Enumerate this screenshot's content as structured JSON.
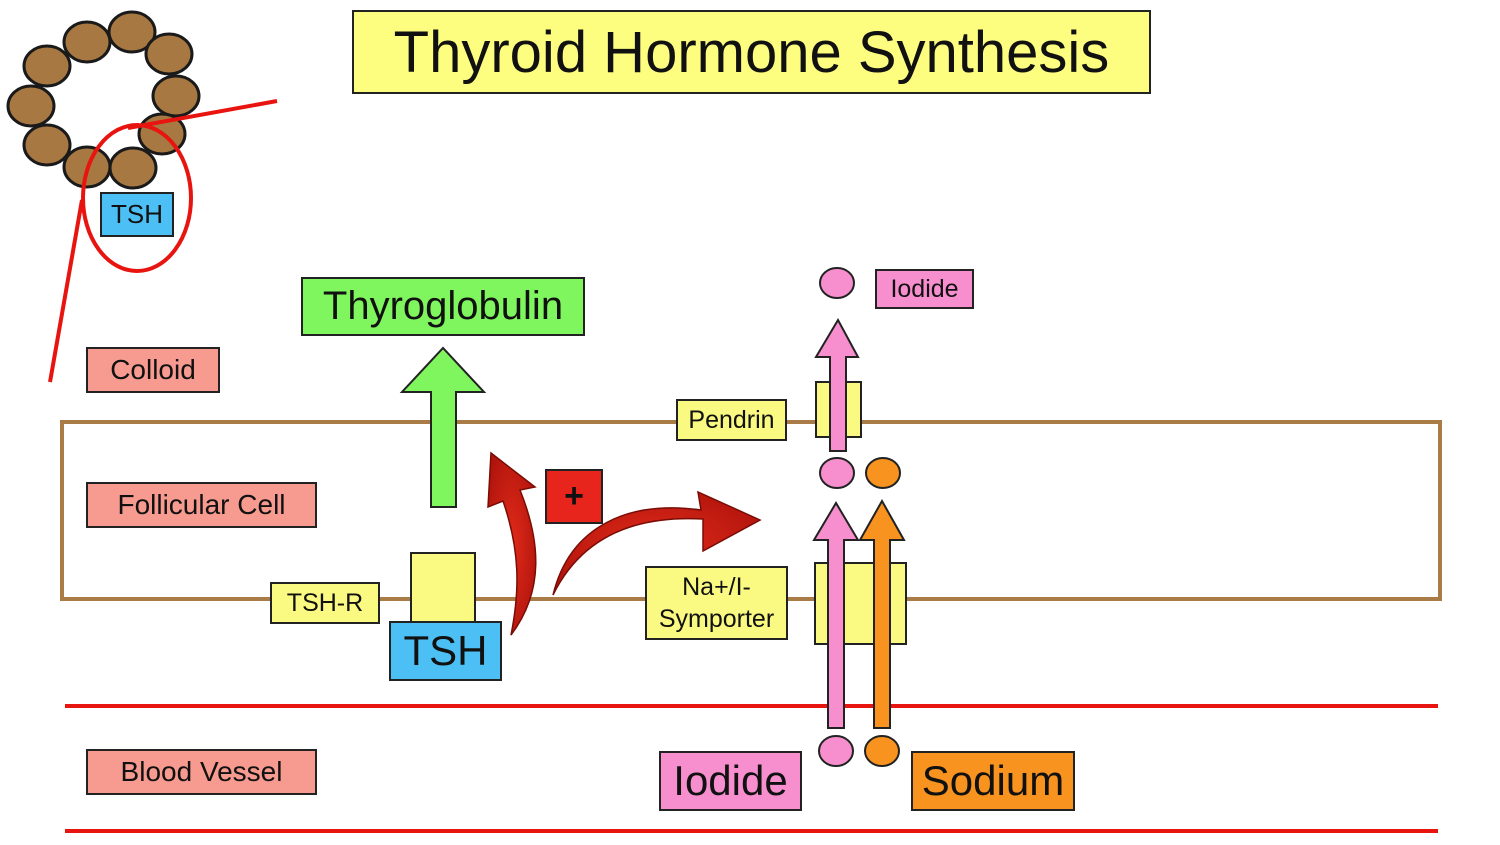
{
  "title": "Thyroid Hormone Synthesis",
  "labels": {
    "inset_tsh": "TSH",
    "colloid": "Colloid",
    "follicular_cell": "Follicular Cell",
    "blood_vessel": "Blood Vessel",
    "thyroglobulin": "Thyroglobulin",
    "iodide_top": "Iodide",
    "pendrin": "Pendrin",
    "plus": "+",
    "tsh_r": "TSH-R",
    "tsh": "TSH",
    "symporter_line1": "Na+/I-",
    "symporter_line2": "Symporter",
    "iodide_bottom": "Iodide",
    "sodium": "Sodium"
  },
  "colors": {
    "title_bg": "#fdfd80",
    "salmon": "#f79a8f",
    "tsh_blue": "#4cc0f5",
    "thyroglobulin_green": "#7ff65e",
    "iodide_pink": "#f78fcf",
    "sodium_orange": "#f7931e",
    "transporter_yellow": "#fafa82",
    "membrane_brown": "#a97c47",
    "follicle_cell_brown": "#a87842",
    "red": "#e8140f",
    "plus_red": "#e8251c",
    "arrow_red": "#cc1a0f"
  }
}
